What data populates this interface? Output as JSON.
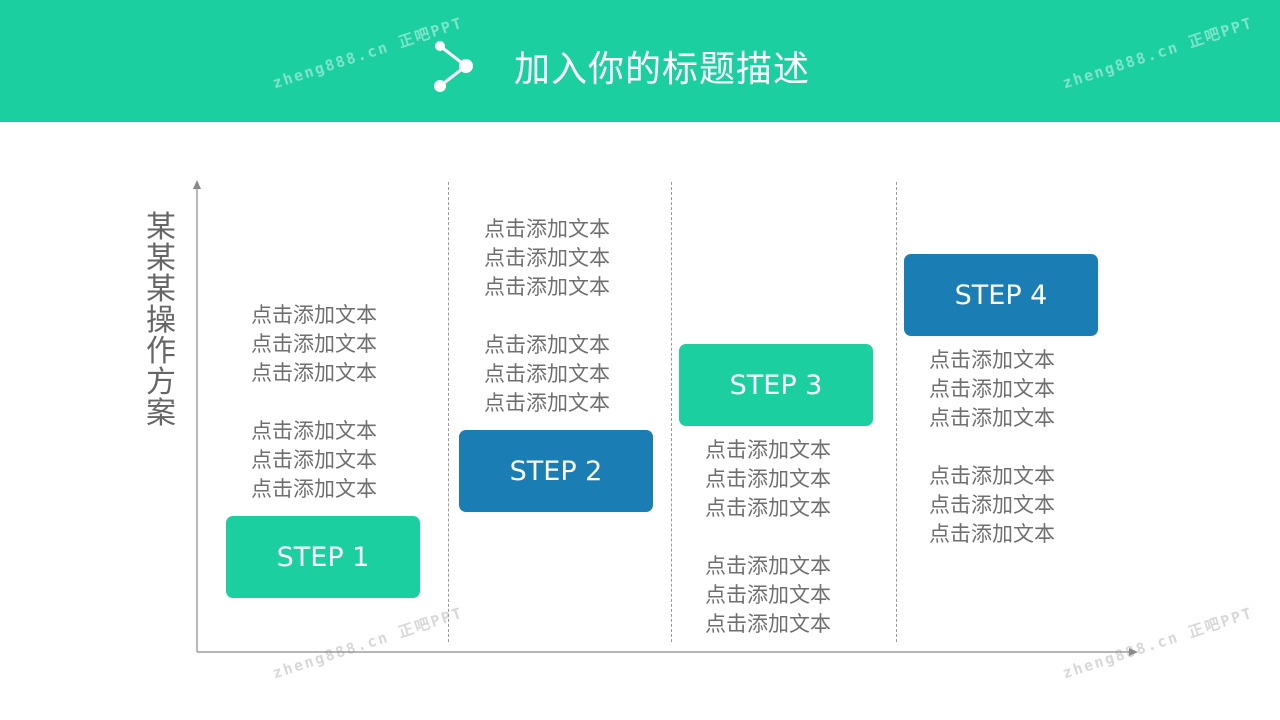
{
  "header": {
    "title": "加入你的标题描述",
    "bg_color": "#1ccfa1",
    "icon": "connection-node-icon"
  },
  "watermark": "zheng888.cn 正吧PPT",
  "y_axis_label": "某某某操作方案",
  "steps": [
    {
      "label": "STEP 1",
      "color": "#1ccfa1"
    },
    {
      "label": "STEP 2",
      "color": "#1a7db4"
    },
    {
      "label": "STEP 3",
      "color": "#1ccfa1"
    },
    {
      "label": "STEP 4",
      "color": "#1a7db4"
    }
  ],
  "text_blocks": [
    [
      "点击添加文本",
      "点击添加文本",
      "点击添加文本",
      "点击添加文本",
      "点击添加文本",
      "点击添加文本"
    ],
    [
      "点击添加文本",
      "点击添加文本",
      "点击添加文本",
      "点击添加文本",
      "点击添加文本",
      "点击添加文本"
    ],
    [
      "点击添加文本",
      "点击添加文本",
      "点击添加文本",
      "点击添加文本",
      "点击添加文本",
      "点击添加文本"
    ],
    [
      "点击添加文本",
      "点击添加文本",
      "点击添加文本",
      "点击添加文本",
      "点击添加文本",
      "点击添加文本"
    ]
  ]
}
